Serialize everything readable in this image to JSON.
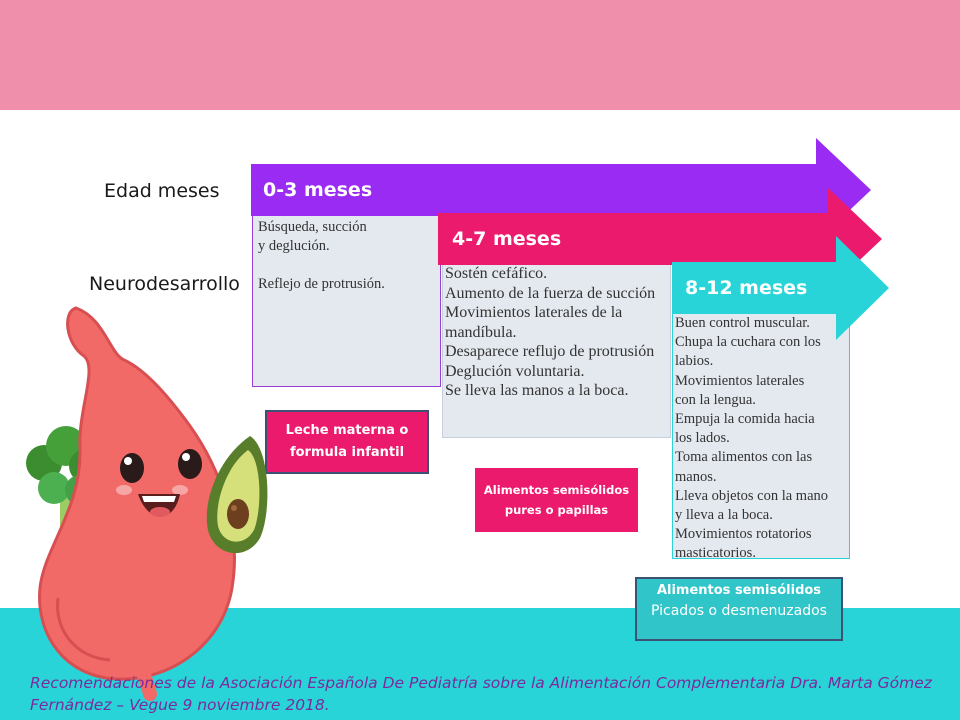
{
  "labels": {
    "age": "Edad meses",
    "development": "Neurodesarrollo"
  },
  "stages": [
    {
      "age": "0-3 meses",
      "color": "#9a2bf2",
      "milestones": "Búsqueda, succión\ny deglución.\n\nReflejo de protrusión.",
      "food": "Leche materna o formula infantil"
    },
    {
      "age": "4-7 meses",
      "color": "#ec1a6c",
      "milestones": "Sostén cefáfico.\nAumento de la fuerza de succión\nMovimientos laterales de la\nmandíbula.\nDesaparece reflujo de protrusión\nDeglución voluntaria.\nSe lleva las manos a la boca.",
      "food": "Alimentos semisólidos pures o papillas"
    },
    {
      "age": "8-12 meses",
      "color": "#29d4d8",
      "milestones": "Buen control muscular.\nChupa la cuchara con los\nlabios.\nMovimientos laterales\ncon la lengua.\nEmpuja la comida hacia\nlos lados.\nToma alimentos con las\nmanos.\nLleva objetos con la mano\ny lleva a la boca.\nMovimientos rotatorios\nmasticatorios.",
      "food": "Alimentos semisólidos",
      "food_sub": "Picados o desmenuzados"
    }
  ],
  "citation": "Recomendaciones de la Asociación Española De Pediatría sobre la Alimentación Complementaria Dra. Marta Gómez Fernández – Vegue 9 noviembre 2018.",
  "colors": {
    "top_band": "#f08fac",
    "bottom_band": "#29d4d8",
    "citation": "#7c2a9c",
    "box_border": "#3c5275"
  },
  "illustration": "cartoon-stomach-with-broccoli-and-avocado"
}
